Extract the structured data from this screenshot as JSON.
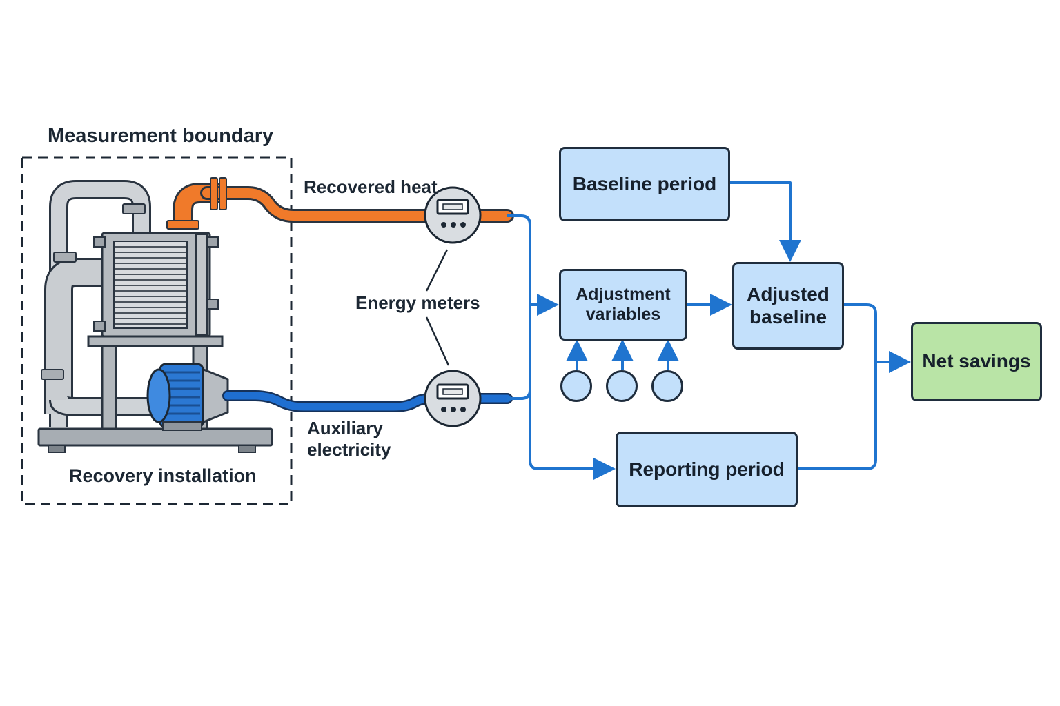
{
  "labels": {
    "boundary_title": "Measurement boundary",
    "installation": "Recovery installation",
    "recovered_heat": "Recovered heat",
    "energy_meters": "Energy meters",
    "auxiliary_line1": "Auxiliary",
    "auxiliary_line2": "electricity"
  },
  "boxes": {
    "baseline_period": "Baseline period",
    "adjustment_line1": "Adjustment",
    "adjustment_line2": "variables",
    "adjusted_line1": "Adjusted",
    "adjusted_line2": "baseline",
    "reporting_period": "Reporting period",
    "net_savings": "Net savings"
  },
  "colors": {
    "heat_pipe": "#f07a2a",
    "electric_cable": "#1f6fd1",
    "flow_arrow": "#1f74cf",
    "box_fill": "#c3e0fb",
    "result_fill": "#b9e4a6",
    "outline": "#1f2d3d"
  },
  "icons": {
    "meter": "energy-meter-icon",
    "heat_exchanger": "heat-exchanger-icon",
    "pump_motor": "pump-motor-icon"
  }
}
